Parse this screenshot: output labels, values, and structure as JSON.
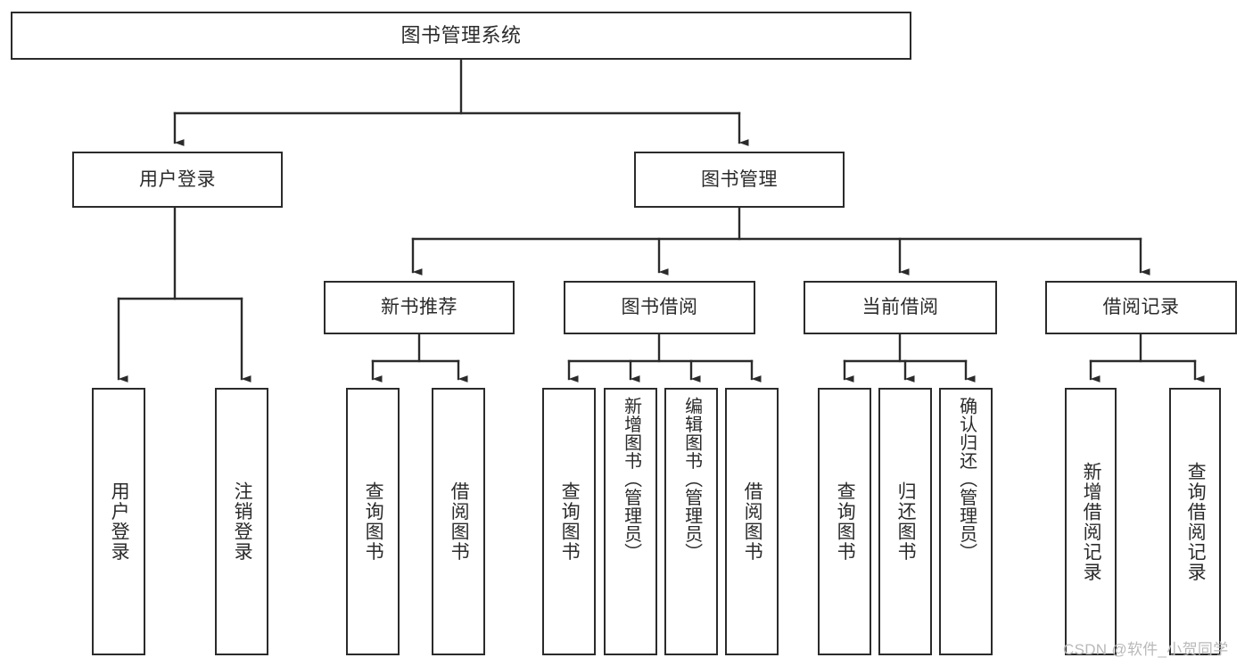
{
  "diagram": {
    "title": "图书管理系统",
    "type": "tree",
    "stroke_color": "#2b2b2b",
    "fill_color": "#ffffff",
    "background": "#ffffff"
  },
  "nodes": {
    "root": {
      "label": "图书管理系统"
    },
    "level1": [
      {
        "label": "用户登录"
      },
      {
        "label": "图书管理"
      }
    ],
    "level2": [
      {
        "label": "新书推荐"
      },
      {
        "label": "图书借阅"
      },
      {
        "label": "当前借阅"
      },
      {
        "label": "借阅记录"
      }
    ],
    "leaves_user_login": [
      {
        "label": "用户登录"
      },
      {
        "label": "注销登录"
      }
    ],
    "leaves_new_book": [
      {
        "label": "查询图书"
      },
      {
        "label": "借阅图书"
      }
    ],
    "leaves_borrow": [
      {
        "label": "查询图书"
      },
      {
        "label": "新增图书（管理员）"
      },
      {
        "label": "编辑图书（管理员）"
      },
      {
        "label": "借阅图书"
      }
    ],
    "leaves_current": [
      {
        "label": "查询图书"
      },
      {
        "label": "归还图书"
      },
      {
        "label": "确认归还（管理员）"
      }
    ],
    "leaves_record": [
      {
        "label": "新增借阅记录"
      },
      {
        "label": "查询借阅记录"
      }
    ]
  },
  "watermark": {
    "text": "CSDN @软件_小贺同学",
    "color": "#b9b9b9"
  }
}
